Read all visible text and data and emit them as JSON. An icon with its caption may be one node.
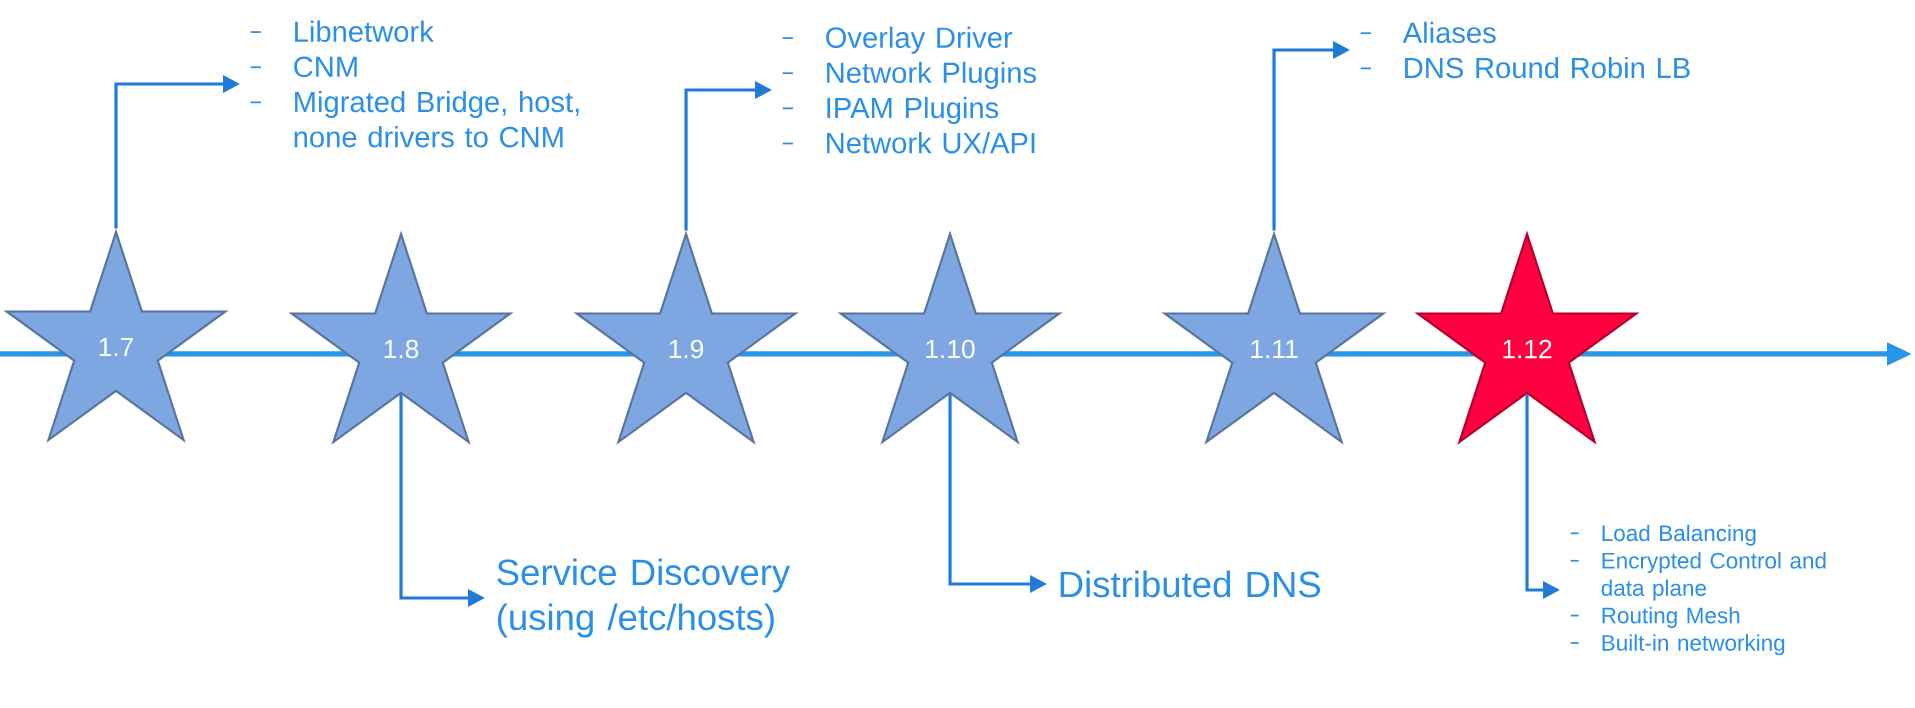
{
  "diagram": {
    "nodes": [
      {
        "text": [
          "1.7"
        ]
      },
      {
        "text": [
          "1.8"
        ]
      },
      {
        "text": [
          "1.9"
        ]
      },
      {
        "text": [
          "1.10"
        ]
      },
      {
        "text": [
          "1.11"
        ]
      },
      {
        "text": [
          "1.12"
        ]
      },
      {
        "text": [
          "Libnetwork",
          "CNM",
          "Migrated Bridge, host, none drivers to CNM"
        ]
      },
      {
        "text": [
          "Service Discovery (using /etc/hosts)"
        ]
      },
      {
        "text": [
          "Overlay Driver",
          "Network Plugins",
          "IPAM Plugins",
          "Network UX/API"
        ]
      },
      {
        "text": [
          "Distributed DNS"
        ]
      },
      {
        "text": [
          "Aliases",
          "DNS Round Robin LB"
        ]
      },
      {
        "text": [
          "Load Balancing",
          "Encrypted Control and data plane",
          "Routing Mesh",
          "Built-in networking"
        ]
      }
    ],
    "edges": [
      {
        "from": 0,
        "to": 6,
        "arrow": "to"
      },
      {
        "from": 1,
        "to": 7,
        "arrow": "to"
      },
      {
        "from": 2,
        "to": 8,
        "arrow": "to"
      },
      {
        "from": 3,
        "to": 9,
        "arrow": "to"
      },
      {
        "from": 4,
        "to": 10,
        "arrow": "to"
      },
      {
        "from": 5,
        "to": 11,
        "arrow": "to"
      }
    ]
  }
}
